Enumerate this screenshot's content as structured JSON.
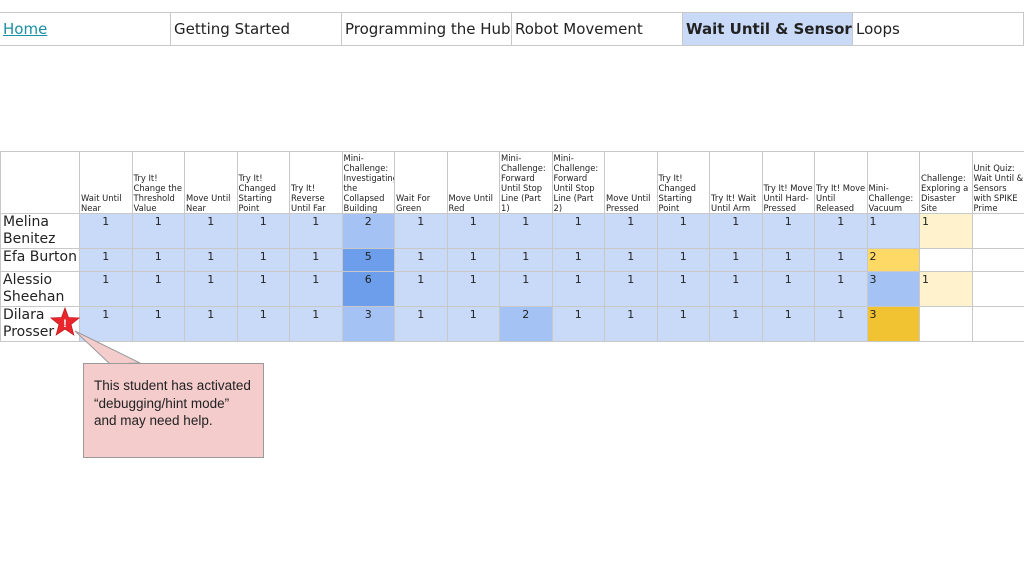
{
  "tabs": [
    {
      "label": "Home",
      "link": true,
      "active": false,
      "width": 171
    },
    {
      "label": "Getting Started",
      "link": false,
      "active": false,
      "width": 171
    },
    {
      "label": "Programming the Hub",
      "link": false,
      "active": false,
      "width": 170
    },
    {
      "label": "Robot Movement",
      "link": false,
      "active": false,
      "width": 171
    },
    {
      "label": "Wait Until & Sensors",
      "link": false,
      "active": true,
      "width": 170
    },
    {
      "label": "Loops",
      "link": false,
      "active": false,
      "width": 171
    }
  ],
  "columns": [
    "Wait Until Near",
    "Try It! Change the Threshold Value",
    "Move Until Near",
    "Try It! Changed Starting Point",
    "Try It! Reverse Until Far",
    "Mini-Challenge: Investigating the Collapsed Building",
    "Wait For Green",
    "Move Until Red",
    "Mini-Challenge: Forward Until Stop Line (Part 1)",
    "Mini-Challenge: Forward Until Stop Line (Part 2)",
    "Move Until Pressed",
    "Try It! Changed Starting Point",
    "Try It! Wait Until Arm",
    "Try It! Move Until Hard-Pressed",
    "Try It! Move Until Released",
    "Mini-Challenge: Vacuum",
    "Challenge: Exploring a Disaster Site",
    "Unit Quiz: Wait Until & Sensors with SPIKE Prime"
  ],
  "students": [
    {
      "name": "Melina Benitez",
      "scores": [
        "1",
        "1",
        "1",
        "1",
        "1",
        "2",
        "1",
        "1",
        "1",
        "1",
        "1",
        "1",
        "1",
        "1",
        "1",
        "1",
        "1",
        ""
      ]
    },
    {
      "name": "Efa Burton",
      "scores": [
        "1",
        "1",
        "1",
        "1",
        "1",
        "5",
        "1",
        "1",
        "1",
        "1",
        "1",
        "1",
        "1",
        "1",
        "1",
        "2",
        "",
        ""
      ]
    },
    {
      "name": "Alessio Sheehan",
      "scores": [
        "1",
        "1",
        "1",
        "1",
        "1",
        "6",
        "1",
        "1",
        "1",
        "1",
        "1",
        "1",
        "1",
        "1",
        "1",
        "3",
        "1",
        ""
      ]
    },
    {
      "name": "Dilara Prosser",
      "scores": [
        "1",
        "1",
        "1",
        "1",
        "1",
        "3",
        "1",
        "1",
        "2",
        "1",
        "1",
        "1",
        "1",
        "1",
        "1",
        "3",
        "",
        ""
      ],
      "flag": true
    }
  ],
  "flag_mark": "!",
  "callout": {
    "text": "This student has activated “debugging/hint mode” and may need help."
  },
  "colors": {
    "light_blue": "#c9daf8",
    "mid_blue": "#a4c2f4",
    "blue": "#6d9eeb",
    "light_yellow": "#fff2cc",
    "yellow": "#ffd966",
    "gold": "#f1c232",
    "callout_bg": "#f4cccc",
    "star_red": "#e8262b",
    "link": "#1a8fa6"
  }
}
